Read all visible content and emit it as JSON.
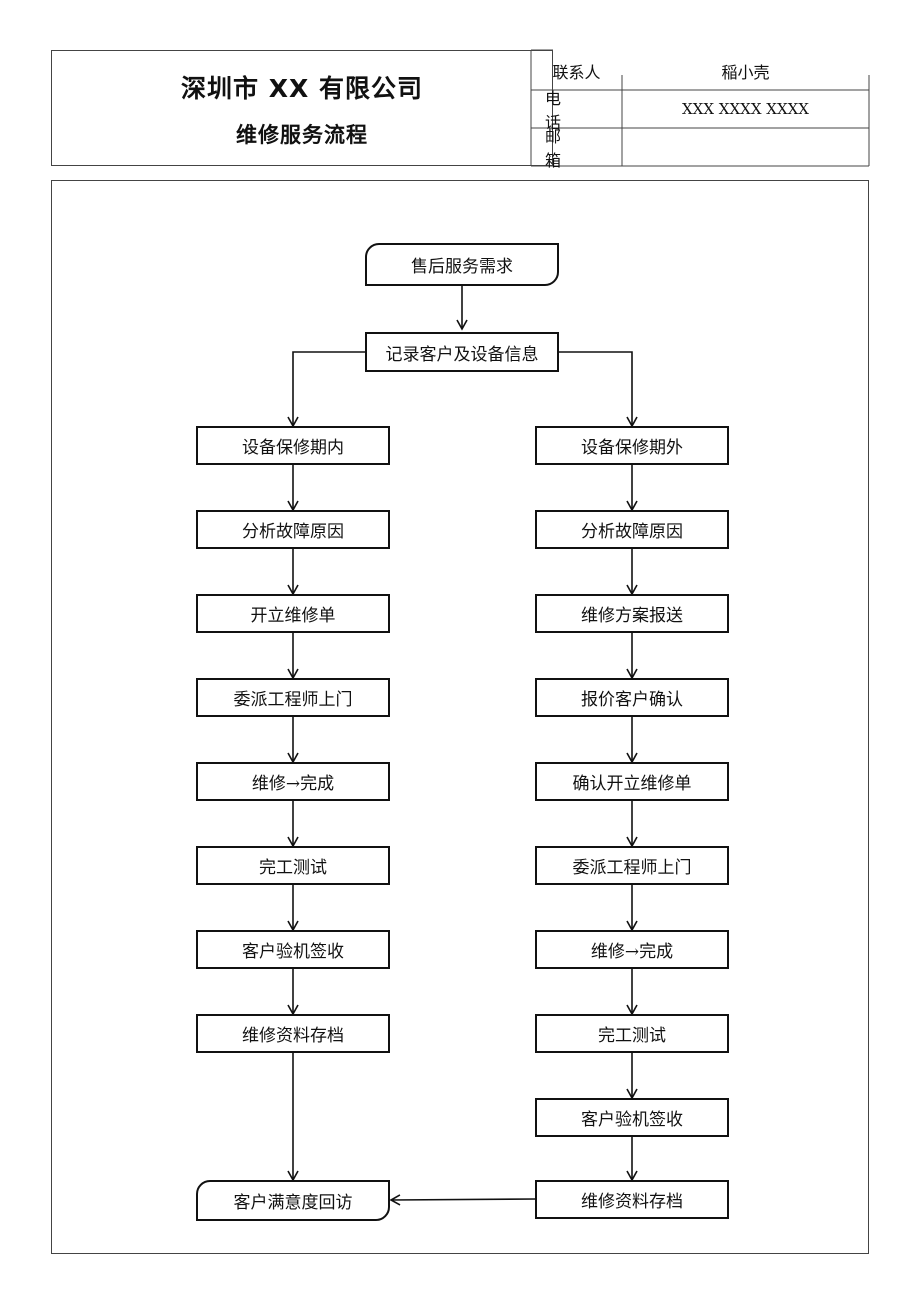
{
  "header": {
    "company": "深圳市 XX 有限公司",
    "title": "维修服务流程",
    "contact_label": "联系人",
    "contact_value": "稲小壳",
    "phone_label": "电 话",
    "phone_value": "XXX XXXX XXXX",
    "email_label": "邮 箱",
    "email_value": ""
  },
  "flow": {
    "start": "售后服务需求",
    "record": "记录客户及设备信息",
    "left": [
      "设备保修期内",
      "分析故障原因",
      "开立维修单",
      "委派工程师上门",
      "维修→完成",
      "完工测试",
      "客户验机签收",
      "维修资料存档"
    ],
    "right": [
      "设备保修期外",
      "分析故障原因",
      "维修方案报送",
      "报价客户确认",
      "确认开立维修单",
      "委派工程师上门",
      "维修→完成",
      "完工测试",
      "客户验机签收",
      "维修资料存档"
    ],
    "end": "客户满意度回访"
  }
}
